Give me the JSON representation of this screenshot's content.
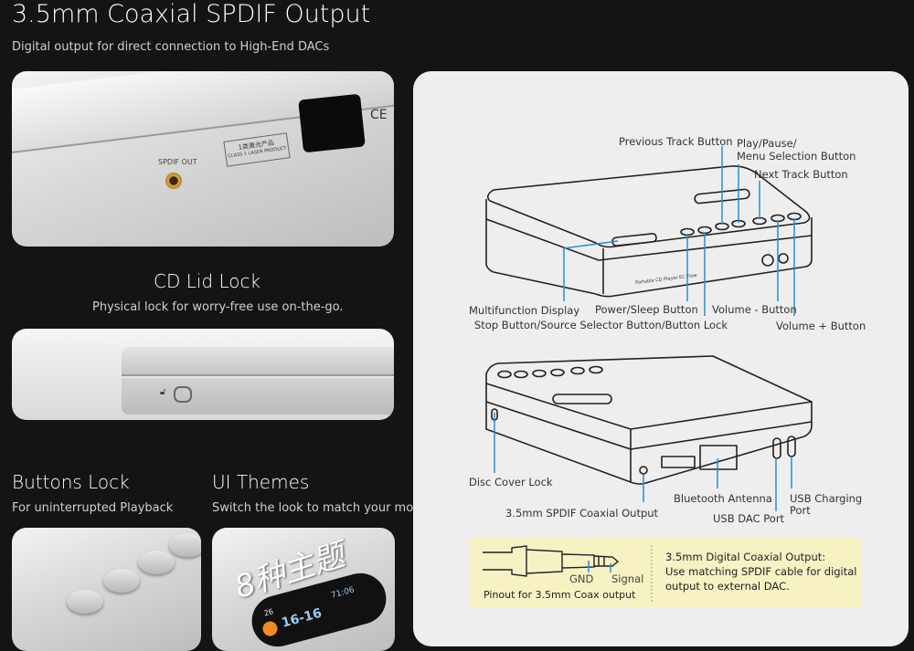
{
  "header": {
    "title": "3.5mm Coaxial SPDIF Output",
    "subtitle": "Digital output for direct connection to High-End DACs"
  },
  "photo1": {
    "port_label": "SPDIF OUT",
    "laser_cn": "1类激光产品",
    "laser_en": "CLASS 1 LASER PRODUCT",
    "ce": "CE"
  },
  "lid_lock": {
    "title": "CD Lid Lock",
    "subtitle": "Physical lock for worry-free use on-the-go."
  },
  "buttons_lock": {
    "title": "Buttons Lock",
    "subtitle": "For uninterrupted Playback"
  },
  "ui_themes": {
    "title": "UI Themes",
    "subtitle": "Switch the look to match your mood",
    "overlay": "8种主题",
    "display_left": "26",
    "display_main": "16-16",
    "display_time": "71:06"
  },
  "diagram": {
    "top_labels": {
      "previous": "Previous Track Button",
      "play1": "Play/Pause/",
      "play2": "Menu Selection Button",
      "next": "Next Track Button",
      "display": "Multifunction Display",
      "power": "Power/Sleep Button",
      "vol_down": "Volume - Button",
      "stop": "Stop Button/Source Selector Button/Button Lock",
      "vol_up": "Volume + Button",
      "device_text": "Portable CD Player  EC Flow"
    },
    "bottom_labels": {
      "disc_lock": "Disc Cover Lock",
      "spdif": "3.5mm SPDIF Coaxial Output",
      "bt": "Bluetooth Antenna",
      "usb_dac": "USB DAC Port",
      "usb_charge1": "USB Charging",
      "usb_charge2": "Port"
    },
    "pinout": {
      "gnd": "GND",
      "signal": "Signal",
      "caption": "Pinout for 3.5mm Coax output",
      "title": "3.5mm Digital Coaxial Output:",
      "line1": "Use matching SPDIF cable for digital",
      "line2": "output to external DAC."
    }
  },
  "colors": {
    "accent": "#2a8fd0",
    "note_bg": "#f6f2c4",
    "panel": "#eeeeee",
    "display_orange": "#f08a24"
  }
}
